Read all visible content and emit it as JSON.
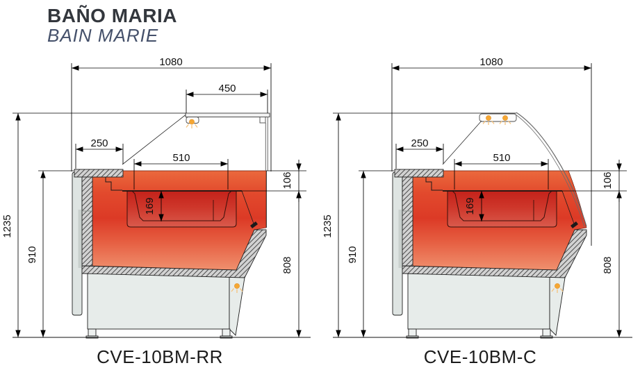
{
  "title": {
    "main": "BAÑO MARIA",
    "sub": "BAIN MARIE"
  },
  "diagrams": [
    {
      "model": "CVE-10BM-RR",
      "glass_type": "straight-glass",
      "dims": {
        "total_width": "1080",
        "canopy_width": "450",
        "counter_depth": "250",
        "well_width": "510",
        "overall_height": "1235",
        "worktop_height": "910",
        "well_top_drop": "106",
        "pan_depth": "169",
        "front_height": "808"
      }
    },
    {
      "model": "CVE-10BM-C",
      "glass_type": "curved-glass",
      "dims": {
        "total_width": "1080",
        "counter_depth": "250",
        "well_width": "510",
        "overall_height": "1235",
        "worktop_height": "910",
        "well_top_drop": "106",
        "pan_depth": "169",
        "front_height": "808"
      }
    }
  ],
  "colors": {
    "title_main": "#33373d",
    "title_sub": "#44506a",
    "heat_orange": "#eb693d",
    "heat_red": "#dc3a26",
    "heat_salmon": "#f0906e",
    "pan_red": "#c4221a",
    "lamp_orange": "#f5a733",
    "hatch_gray": "#d2d2d2",
    "cabinet_gray": "#e7ecea"
  }
}
